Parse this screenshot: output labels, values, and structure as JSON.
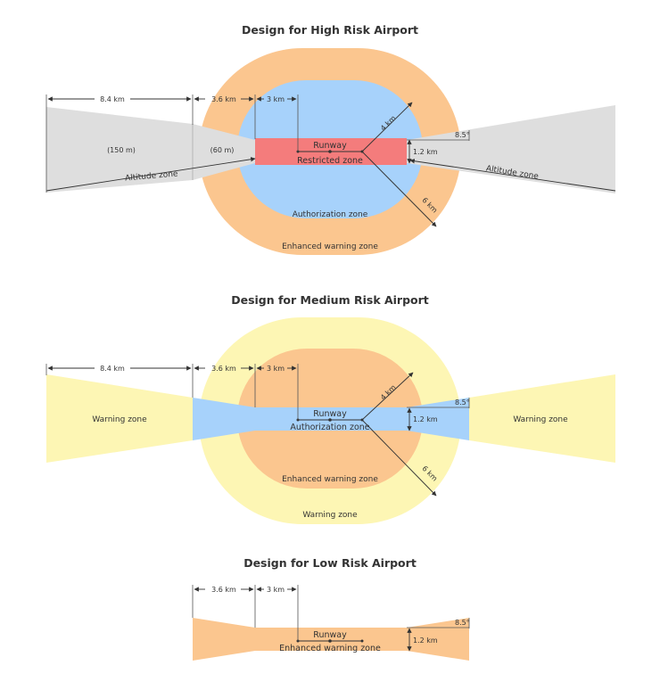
{
  "colors": {
    "orange": "#fbc68f",
    "blue": "#a7d2fb",
    "red": "#f47c7c",
    "grey": "#dedede",
    "yellow": "#fdf6b4",
    "text": "#333333"
  },
  "high": {
    "title": "Design for High Risk Airport",
    "dim_8_4": "8.4 km",
    "dim_3_6": "3.6 km",
    "dim_3": "3 km",
    "dim_4": "4 km",
    "dim_6": "6 km",
    "dim_1_2": "1.2 km",
    "angle": "8.5°",
    "height_150": "(150 m)",
    "height_60": "(60 m)",
    "runway": "Runway",
    "inner_zone": "Restricted zone",
    "middle_zone": "Authorization zone",
    "outer_zone": "Enhanced warning zone",
    "altitude_left": "Altitude zone",
    "altitude_right": "Altitude zone"
  },
  "medium": {
    "title": "Design for Medium Risk Airport",
    "dim_8_4": "8.4 km",
    "dim_3_6": "3.6 km",
    "dim_3": "3 km",
    "dim_4": "4 km",
    "dim_6": "6 km",
    "dim_1_2": "1.2 km",
    "angle": "8.5°",
    "runway": "Runway",
    "inner_zone": "Authorization zone",
    "middle_zone": "Enhanced warning zone",
    "outer_zone": "Warning zone",
    "warning_left": "Warning zone",
    "warning_right": "Warning zone"
  },
  "low": {
    "title": "Design for Low Risk Airport",
    "dim_3_6": "3.6 km",
    "dim_3": "3 km",
    "dim_1_2": "1.2 km",
    "angle": "8.5°",
    "runway": "Runway",
    "inner_zone": "Enhanced warning zone"
  }
}
